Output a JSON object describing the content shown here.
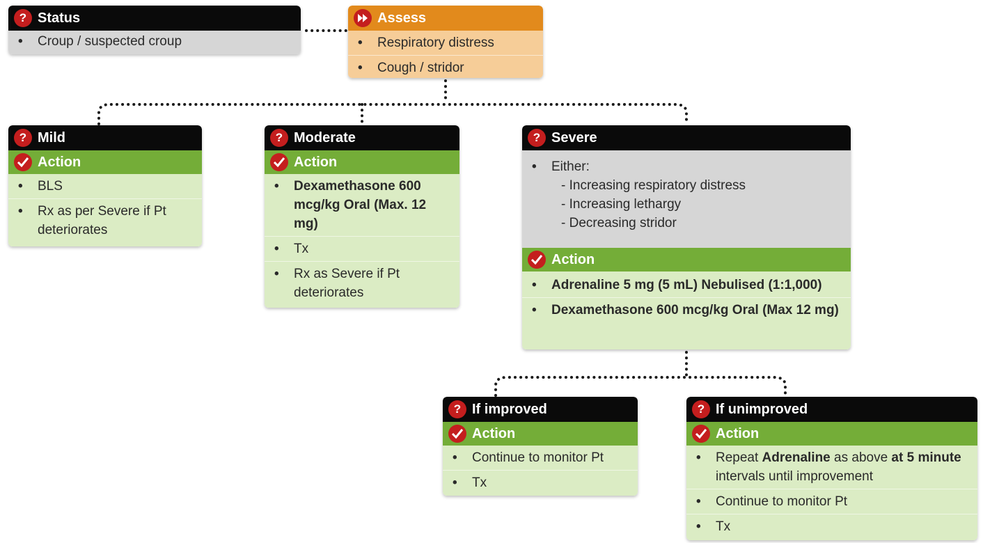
{
  "status": {
    "title": "Status",
    "items": [
      "Croup / suspected croup"
    ]
  },
  "assess": {
    "title": "Assess",
    "items": [
      "Respiratory distress",
      "Cough / stridor"
    ]
  },
  "mild": {
    "title": "Mild",
    "action_label": "Action",
    "items": [
      "BLS",
      "Rx as per Severe if Pt deteriorates"
    ]
  },
  "moderate": {
    "title": "Moderate",
    "action_label": "Action",
    "items": [
      "Dexamethasone 600 mcg/kg Oral (Max. 12 mg)",
      "Tx",
      "Rx as Severe if Pt deteriorates"
    ]
  },
  "severe": {
    "title": "Severe",
    "criteria_intro": "Either:",
    "criteria": [
      "- Increasing respiratory distress",
      "- Increasing lethargy",
      "- Decreasing stridor"
    ],
    "action_label": "Action",
    "actions": [
      "Adrenaline 5 mg (5 mL) Nebulised (1:1,000)",
      "Dexamethasone 600 mcg/kg Oral (Max 12 mg)"
    ]
  },
  "improved": {
    "title": "If improved",
    "action_label": "Action",
    "items": [
      "Continue to monitor Pt",
      "Tx"
    ]
  },
  "unimproved": {
    "title": "If unimproved",
    "action_label": "Action",
    "repeat_pre": "Repeat ",
    "repeat_drug": "Adrenaline",
    "repeat_mid": " as above ",
    "repeat_interval": "at 5 minute",
    "repeat_post": " intervals until improvement",
    "items": [
      "Continue to monitor Pt",
      "Tx"
    ]
  },
  "icons": {
    "question": "question-mark-icon",
    "fast_forward": "fast-forward-icon",
    "check": "checkmark-icon"
  },
  "colors": {
    "header_black": "#0a0a0a",
    "header_orange": "#e28a1c",
    "action_green": "#74ad38",
    "icon_red": "#c41e1e",
    "status_grey": "#d6d6d6",
    "assess_peach": "#f6cd98",
    "action_light_green": "#dbecc4"
  }
}
